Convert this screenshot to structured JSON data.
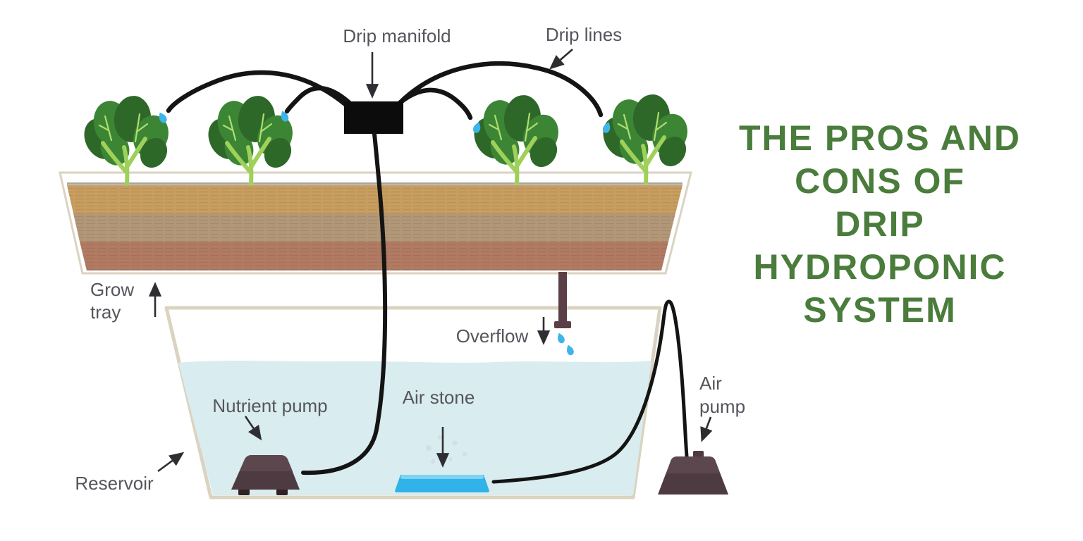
{
  "title": {
    "lines": [
      "THE PROS AND",
      "CONS OF",
      "DRIP",
      "HYDROPONIC",
      "SYSTEM"
    ]
  },
  "labels": {
    "drip_manifold": "Drip manifold",
    "drip_lines": "Drip lines",
    "grow_tray": {
      "line1": "Grow",
      "line2": "tray"
    },
    "overflow": "Overflow",
    "nutrient_pump": "Nutrient pump",
    "air_stone": "Air stone",
    "air_pump": {
      "line1": "Air",
      "line2": "pump"
    },
    "reservoir": "Reservoir"
  },
  "colors": {
    "title-green": "#4a7c3b",
    "label-gray": "#55565c",
    "tube-black": "#141414",
    "rim-beige": "#dbd3c1",
    "water-blue": "#d9ecef",
    "soil-top": "#c79e60",
    "soil-mid": "#b29878",
    "soil-bottom": "#b17a63",
    "drop-blue": "#3db5e8",
    "airstone-blue": "#2fb3e8",
    "pump-maroon": "#4e3a41",
    "pipe-maroon": "#5a4046",
    "leaf-dark": "#2e6829",
    "leaf-mid": "#3c8534",
    "stem-green": "#9ed05a"
  }
}
